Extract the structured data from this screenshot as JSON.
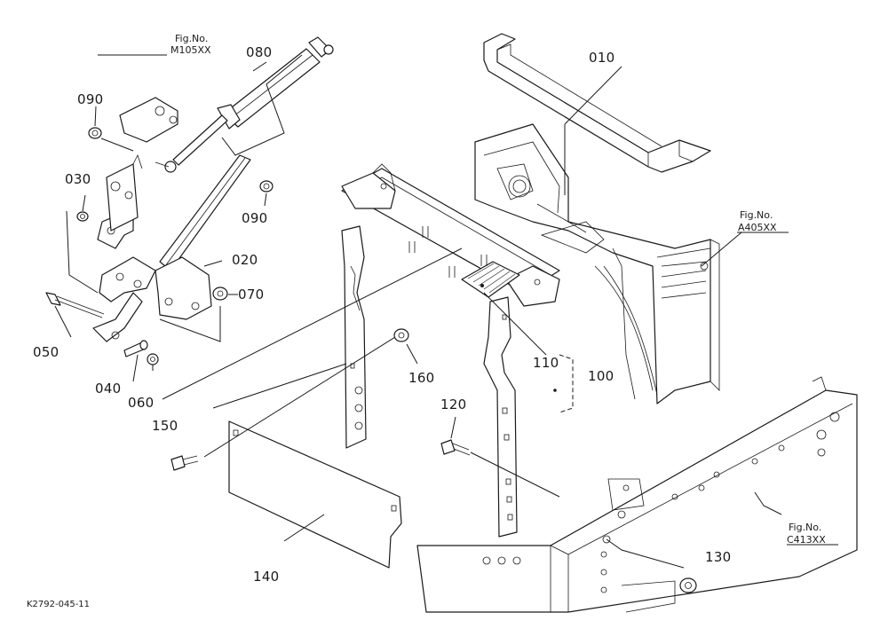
{
  "parts": {
    "p010": "010",
    "p020": "020",
    "p030": "030",
    "p040": "040",
    "p050": "050",
    "p060": "060",
    "p070": "070",
    "p080": "080",
    "p090a": "090",
    "p090b": "090",
    "p100": "100",
    "p110": "110",
    "p120": "120",
    "p130": "130",
    "p140": "140",
    "p150": "150",
    "p160": "160"
  },
  "figrefs": {
    "m105": {
      "line1": "Fig.No.",
      "line2": "M105XX"
    },
    "a405": {
      "line1": "Fig.No.",
      "line2": "A405XX"
    },
    "c413": {
      "line1": "Fig.No.",
      "line2": "C413XX"
    }
  },
  "drawing_code": "K2792-045-11"
}
